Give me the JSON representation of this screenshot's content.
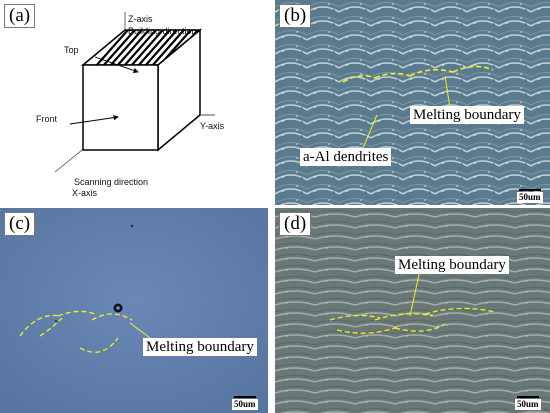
{
  "panels": {
    "a": {
      "label": "(a)",
      "z_axis": "Z-axis",
      "building_direction": "Building direction",
      "top": "Top",
      "front": "Front",
      "y_axis": "Y-axis",
      "scanning_direction": "Scanning direction",
      "x_axis": "X-axis"
    },
    "b": {
      "label": "(b)",
      "melting_boundary": "Melting boundary",
      "dendrites": "a-Al dendrites",
      "scale_bar": "50um"
    },
    "c": {
      "label": "(c)",
      "melting_boundary": "Melting boundary",
      "scale_bar": "50um"
    },
    "d": {
      "label": "(d)",
      "melting_boundary": "Melting boundary",
      "scale_bar": "50um"
    }
  },
  "colors": {
    "boundary_dash": "#f2f222",
    "panel_b_bg": "#5a7a8e",
    "panel_c_bg": "#5f7eac",
    "panel_d_bg": "#6a7878"
  }
}
